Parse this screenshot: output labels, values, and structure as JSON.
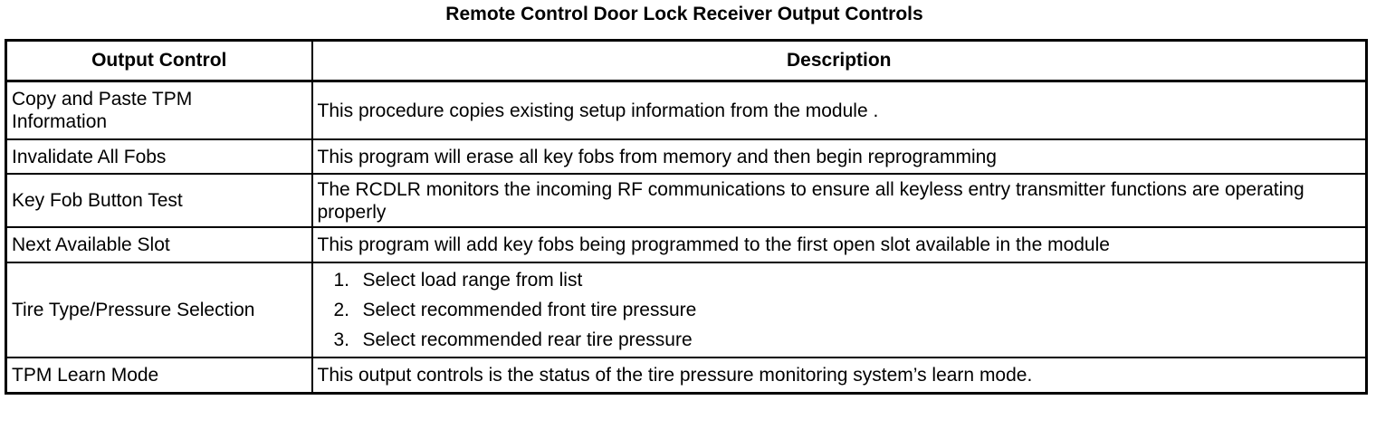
{
  "document": {
    "title": "Remote Control Door Lock Receiver Output Controls"
  },
  "table": {
    "headers": {
      "output_control": "Output Control",
      "description": "Description"
    },
    "rows": [
      {
        "output_control": "Copy and Paste TPM Information",
        "description": "This procedure copies existing setup information from the module ."
      },
      {
        "output_control": "Invalidate All Fobs",
        "description": "This program will erase all key fobs from memory and then begin reprogramming"
      },
      {
        "output_control": "Key Fob Button Test",
        "description": "The RCDLR monitors the incoming RF communications to ensure all keyless entry transmitter functions are operating properly"
      },
      {
        "output_control": "Next Available Slot",
        "description": "This program will add key fobs being programmed to the first open slot available in the module"
      },
      {
        "output_control": "Tire Type/Pressure Selection",
        "steps": [
          {
            "num": "1.",
            "text": "Select load range from list"
          },
          {
            "num": "2.",
            "text": "Select recommended front tire pressure"
          },
          {
            "num": "3.",
            "text": "Select recommended rear tire pressure"
          }
        ]
      },
      {
        "output_control": "TPM Learn Mode",
        "description": "This output controls is the status of the tire pressure monitoring system’s learn mode."
      }
    ]
  }
}
